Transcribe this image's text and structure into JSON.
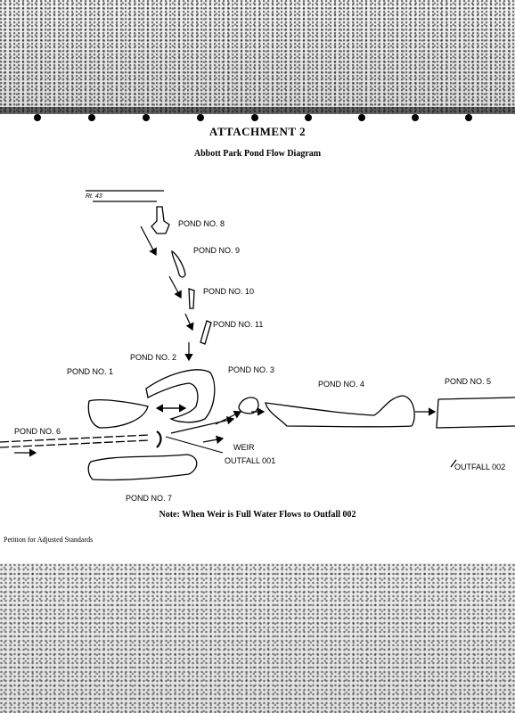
{
  "document": {
    "attachment_title": "ATTACHMENT 2",
    "diagram_title": "Abbott Park Pond Flow Diagram",
    "note": "Note: When Weir is Full Water Flows to Outfall 002",
    "footer": "Petition for Adjusted Standards"
  },
  "labels": {
    "pond8": "POND NO. 8",
    "pond9": "POND NO. 9",
    "pond10": "POND NO. 10",
    "pond11": "POND NO. 11",
    "pond2": "POND NO. 2",
    "pond1": "POND NO. 1",
    "pond3": "POND NO. 3",
    "pond4": "POND NO. 4",
    "pond5": "POND NO. 5",
    "pond6": "POND NO. 6",
    "pond7": "POND NO. 7",
    "weir": "WEIR",
    "outfall001": "OUTFALL 001",
    "outfall002": "OUTFALL 002",
    "route": "Rt. 43"
  }
}
